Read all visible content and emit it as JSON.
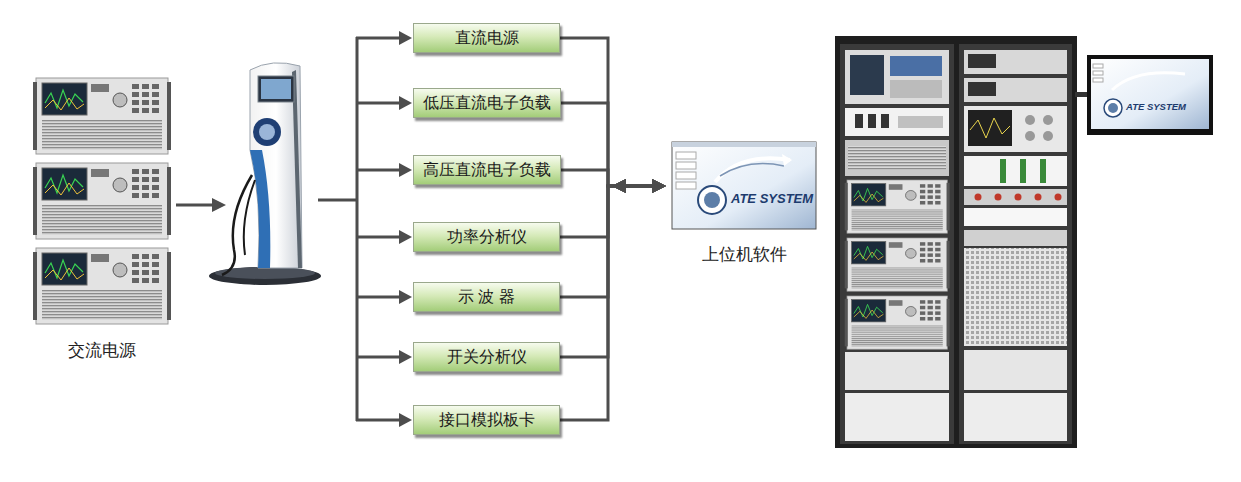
{
  "diagram": {
    "nodes": [
      {
        "text": [
          "交流电源"
        ]
      },
      {
        "text": [
          "直流电源"
        ]
      },
      {
        "text": [
          "低压直流电子负载"
        ]
      },
      {
        "text": [
          "高压直流电子负载"
        ]
      },
      {
        "text": [
          "功率分析仪"
        ]
      },
      {
        "text": [
          "示 波 器"
        ]
      },
      {
        "text": [
          "开关分析仪"
        ]
      },
      {
        "text": [
          "接口模拟板卡"
        ]
      },
      {
        "text": [
          "上位机软件"
        ]
      }
    ],
    "edges": [
      {
        "from": 1,
        "to": 8,
        "arrow": "both"
      },
      {
        "from": 2,
        "to": 8,
        "arrow": "both"
      },
      {
        "from": 3,
        "to": 8,
        "arrow": "both"
      },
      {
        "from": 4,
        "to": 8,
        "arrow": "both"
      },
      {
        "from": 5,
        "to": 8,
        "arrow": "both"
      },
      {
        "from": 6,
        "to": 8,
        "arrow": "both"
      },
      {
        "from": 7,
        "to": 8,
        "arrow": "both"
      }
    ],
    "labels": [
      "ATE SYSTEM",
      "ATE SYSTEM"
    ]
  }
}
